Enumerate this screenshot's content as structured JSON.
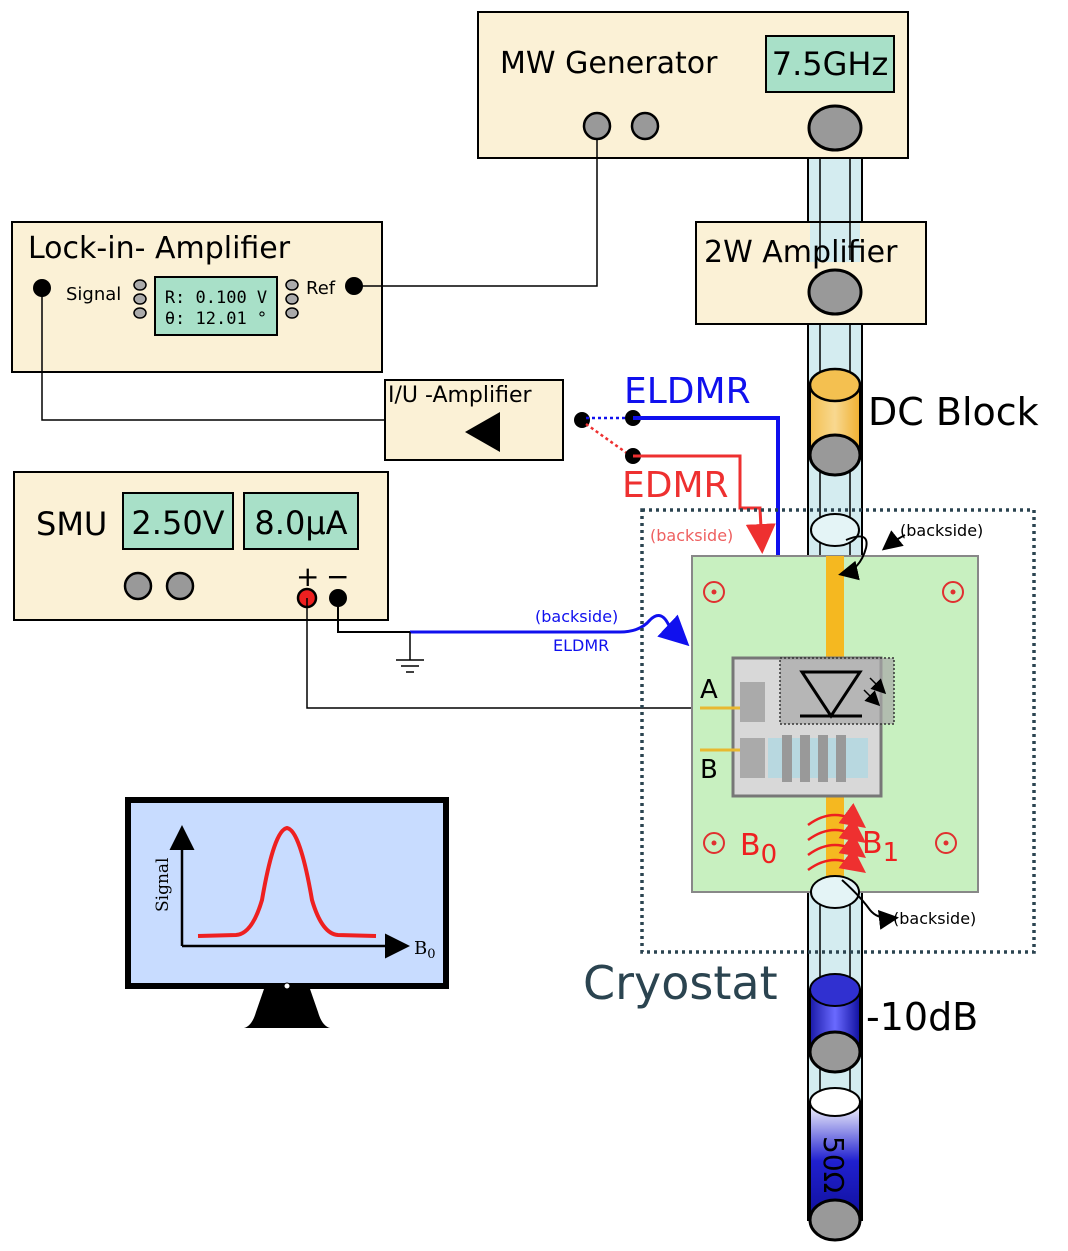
{
  "mw_generator": {
    "label": "MW Generator",
    "display": "7.5GHz"
  },
  "amplifier_2w": {
    "label": "2W Amplifier"
  },
  "dc_block": {
    "label": "DC Block"
  },
  "lockin": {
    "label": "Lock-in- Amplifier",
    "signal_label": "Signal",
    "ref_label": "Ref",
    "display_r": "R: 0.100 V",
    "display_theta": "θ: 12.01 °"
  },
  "iu_amplifier": {
    "label": "I/U -Amplifier"
  },
  "eldmr_label": "ELDMR",
  "edmr_label": "EDMR",
  "smu": {
    "label": "SMU",
    "voltage": "2.50V",
    "current": "8.0μA",
    "plus": "+",
    "minus": "−"
  },
  "backside_label": "(backside)",
  "eldmr_small_label": "ELDMR",
  "contact_a": "A",
  "contact_b": "B",
  "b0_label": "B",
  "b0_sub": "0",
  "b1_label": "B",
  "b1_sub": "1",
  "cryostat_label": "Cryostat",
  "attenuator_label": "-10dB",
  "termination_label": "50Ω",
  "monitor": {
    "ylabel": "Signal",
    "xlabel": "B",
    "xlabel_sub": "0"
  },
  "colors": {
    "panel_fill": "#fbf1d6",
    "display_fill": "#a8e0c8",
    "board_fill": "#c8f0c0",
    "eldmr": "#1010ee",
    "edmr": "#ee3030",
    "trace": "#f5b820",
    "cryostat": "#2b4450"
  }
}
